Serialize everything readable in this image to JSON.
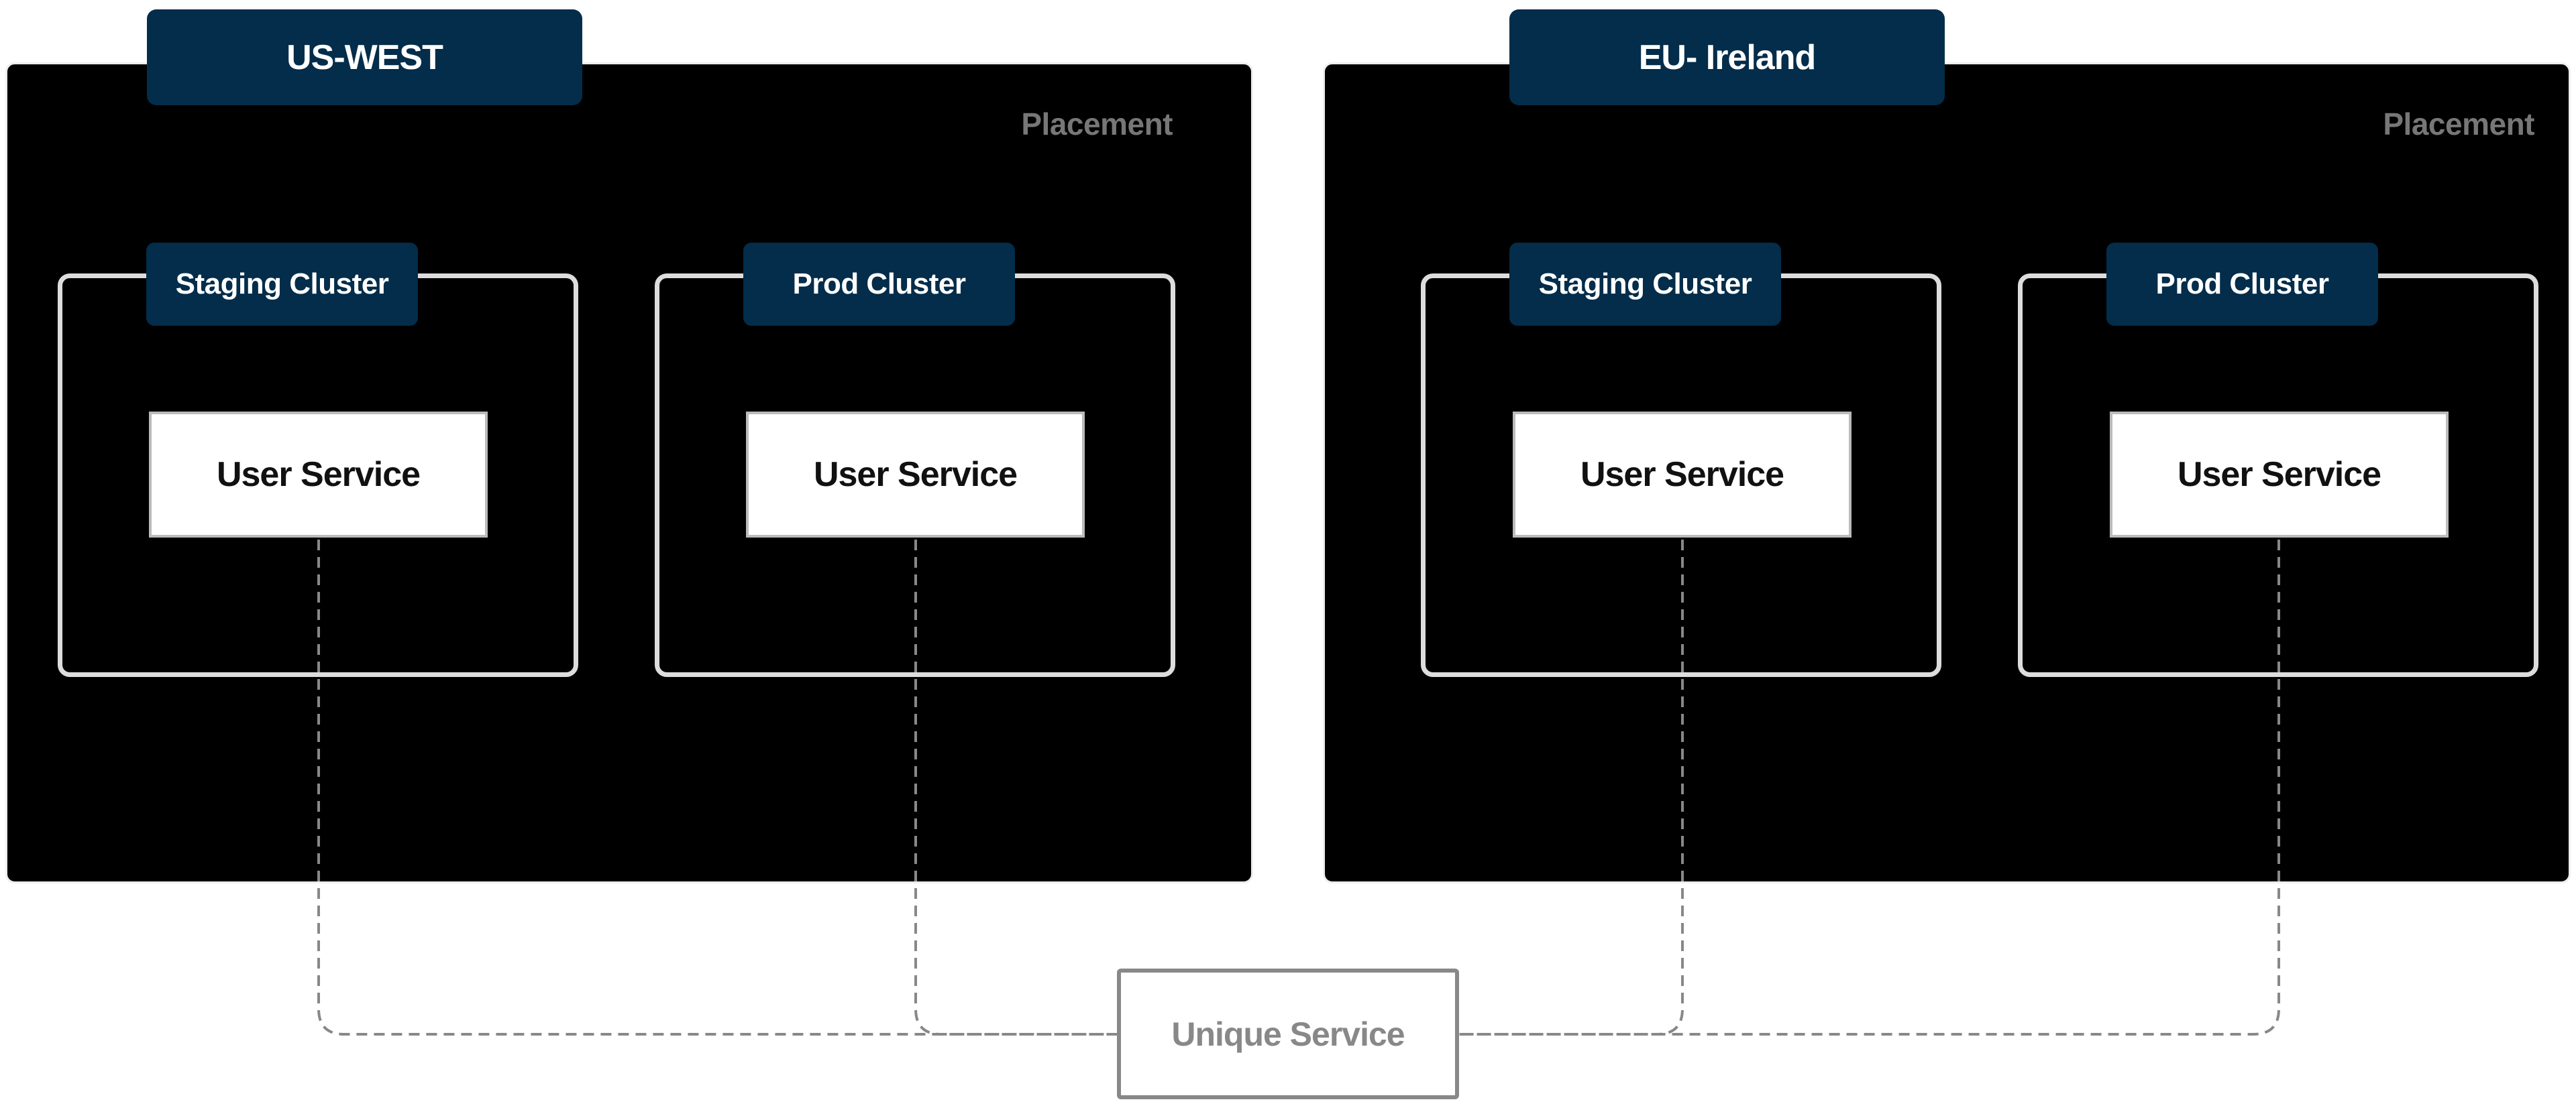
{
  "diagram": {
    "regions": [
      {
        "name": "US-WEST",
        "placement_label": "Placement",
        "clusters": [
          {
            "label": "Staging Cluster",
            "service": "User Service"
          },
          {
            "label": "Prod Cluster",
            "service": "User Service"
          }
        ]
      },
      {
        "name": "EU- Ireland",
        "placement_label": "Placement",
        "clusters": [
          {
            "label": "Staging Cluster",
            "service": "User Service"
          },
          {
            "label": "Prod Cluster",
            "service": "User Service"
          }
        ]
      }
    ],
    "hub": {
      "label": "Unique Service"
    }
  },
  "colors": {
    "region_background": "#000000",
    "tab_background": "#032d4a",
    "cluster_border": "#dddddd",
    "connector": "#888888",
    "placement_text": "#777777"
  }
}
